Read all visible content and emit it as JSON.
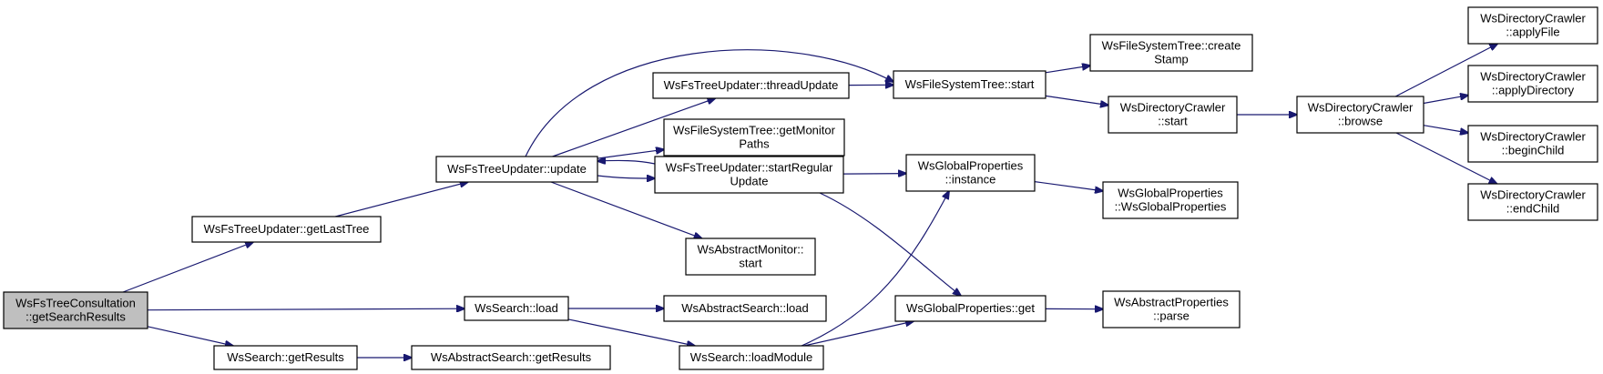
{
  "nodes": [
    {
      "id": "root",
      "lines": [
        "WsFsTreeConsultation",
        "::getSearchResults"
      ],
      "root": true
    },
    {
      "id": "getLastTree",
      "lines": [
        "WsFsTreeUpdater::getLastTree"
      ]
    },
    {
      "id": "wsSearchLoad",
      "lines": [
        "WsSearch::load"
      ]
    },
    {
      "id": "wsSearchGetResults",
      "lines": [
        "WsSearch::getResults"
      ]
    },
    {
      "id": "update",
      "lines": [
        "WsFsTreeUpdater::update"
      ]
    },
    {
      "id": "threadUpdate",
      "lines": [
        "WsFsTreeUpdater::threadUpdate"
      ]
    },
    {
      "id": "getMonitorPaths",
      "lines": [
        "WsFileSystemTree::getMonitor",
        "Paths"
      ]
    },
    {
      "id": "startRegularUpdate",
      "lines": [
        "WsFsTreeUpdater::startRegular",
        "Update"
      ]
    },
    {
      "id": "absMonitorStart",
      "lines": [
        "WsAbstractMonitor::",
        "start"
      ]
    },
    {
      "id": "absSearchLoad",
      "lines": [
        "WsAbstractSearch::load"
      ]
    },
    {
      "id": "loadModule",
      "lines": [
        "WsSearch::loadModule"
      ]
    },
    {
      "id": "absSearchGetResults",
      "lines": [
        "WsAbstractSearch::getResults"
      ]
    },
    {
      "id": "fstStart",
      "lines": [
        "WsFileSystemTree::start"
      ]
    },
    {
      "id": "gpInstance",
      "lines": [
        "WsGlobalProperties",
        "::instance"
      ]
    },
    {
      "id": "gpGet",
      "lines": [
        "WsGlobalProperties::get"
      ]
    },
    {
      "id": "createStamp",
      "lines": [
        "WsFileSystemTree::create",
        "Stamp"
      ]
    },
    {
      "id": "dcStart",
      "lines": [
        "WsDirectoryCrawler",
        "::start"
      ]
    },
    {
      "id": "gpCtor",
      "lines": [
        "WsGlobalProperties",
        "::WsGlobalProperties"
      ]
    },
    {
      "id": "apParse",
      "lines": [
        "WsAbstractProperties",
        "::parse"
      ]
    },
    {
      "id": "dcBrowse",
      "lines": [
        "WsDirectoryCrawler",
        "::browse"
      ]
    },
    {
      "id": "dcApplyFile",
      "lines": [
        "WsDirectoryCrawler",
        "::applyFile"
      ]
    },
    {
      "id": "dcApplyDirectory",
      "lines": [
        "WsDirectoryCrawler",
        "::applyDirectory"
      ]
    },
    {
      "id": "dcBeginChild",
      "lines": [
        "WsDirectoryCrawler",
        "::beginChild"
      ]
    },
    {
      "id": "dcEndChild",
      "lines": [
        "WsDirectoryCrawler",
        "::endChild"
      ]
    }
  ],
  "edges": [
    {
      "from": "root",
      "to": "getLastTree"
    },
    {
      "from": "root",
      "to": "wsSearchLoad"
    },
    {
      "from": "root",
      "to": "wsSearchGetResults"
    },
    {
      "from": "getLastTree",
      "to": "update"
    },
    {
      "from": "update",
      "to": "threadUpdate"
    },
    {
      "from": "update",
      "to": "getMonitorPaths"
    },
    {
      "from": "update",
      "to": "startRegularUpdate"
    },
    {
      "from": "update",
      "to": "absMonitorStart"
    },
    {
      "from": "update",
      "to": "fstStart"
    },
    {
      "from": "startRegularUpdate",
      "to": "update"
    },
    {
      "from": "startRegularUpdate",
      "to": "gpInstance"
    },
    {
      "from": "startRegularUpdate",
      "to": "gpGet"
    },
    {
      "from": "threadUpdate",
      "to": "fstStart"
    },
    {
      "from": "fstStart",
      "to": "createStamp"
    },
    {
      "from": "fstStart",
      "to": "dcStart"
    },
    {
      "from": "dcStart",
      "to": "dcBrowse"
    },
    {
      "from": "dcBrowse",
      "to": "dcApplyFile"
    },
    {
      "from": "dcBrowse",
      "to": "dcApplyDirectory"
    },
    {
      "from": "dcBrowse",
      "to": "dcBeginChild"
    },
    {
      "from": "dcBrowse",
      "to": "dcEndChild"
    },
    {
      "from": "gpInstance",
      "to": "gpCtor"
    },
    {
      "from": "gpGet",
      "to": "apParse"
    },
    {
      "from": "wsSearchLoad",
      "to": "absSearchLoad"
    },
    {
      "from": "wsSearchLoad",
      "to": "loadModule"
    },
    {
      "from": "loadModule",
      "to": "gpInstance"
    },
    {
      "from": "loadModule",
      "to": "gpGet"
    },
    {
      "from": "wsSearchGetResults",
      "to": "absSearchGetResults"
    }
  ]
}
